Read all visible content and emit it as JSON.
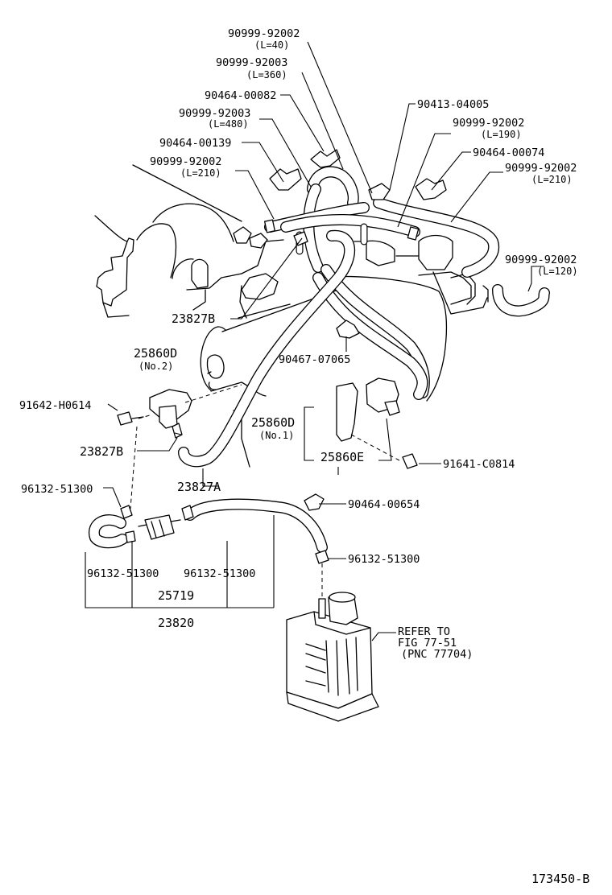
{
  "labels": {
    "p90999_92002_l40": "90999-92002",
    "p90999_92002_l40_len": "(L=40)",
    "p90999_92003_l360": "90999-92003",
    "p90999_92003_l360_len": "(L=360)",
    "p90464_00082": "90464-00082",
    "p90999_92003_l480": "90999-92003",
    "p90999_92003_l480_len": "(L=480)",
    "p90464_00139": "90464-00139",
    "p90999_92002_l210a": "90999-92002",
    "p90999_92002_l210a_len": "(L=210)",
    "p90413_04005": "90413-04005",
    "p90999_92002_l190": "90999-92002",
    "p90999_92002_l190_len": "(L=190)",
    "p90464_00074": "90464-00074",
    "p90999_92002_l210b": "90999-92002",
    "p90999_92002_l210b_len": "(L=210)",
    "p90999_92002_l120": "90999-92002",
    "p90999_92002_l120_len": "(L=120)",
    "p23827b_top": "23827B",
    "p90467_07065": "90467-07065",
    "p25860d_no2": "25860D",
    "p25860d_no2_sub": "(No.2)",
    "p91642_h0614": "91642-H0614",
    "p25860d_no1": "25860D",
    "p25860d_no1_sub": "(No.1)",
    "p23827b_bottom": "23827B",
    "p25860e": "25860E",
    "p91641_c0814": "91641-C0814",
    "p23827a": "23827A",
    "p96132_51300_a": "96132-51300",
    "p90464_00654": "90464-00654",
    "p96132_51300_b": "96132-51300",
    "p96132_51300_c": "96132-51300",
    "p96132_51300_d": "96132-51300",
    "p25719": "25719",
    "p23820": "23820",
    "refer_line1": "REFER TO",
    "refer_line2": "FIG 77-51",
    "refer_line3": "(PNC 77704)",
    "figure_code": "173450-B"
  }
}
